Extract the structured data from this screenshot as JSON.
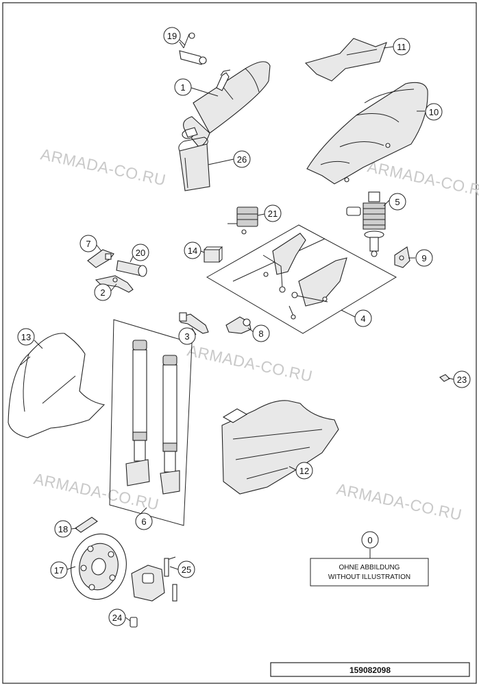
{
  "diagram": {
    "watermark": "ARMADA-CO.RU",
    "part_number": "159082098",
    "callouts": [
      "0",
      "1",
      "2",
      "3",
      "4",
      "5",
      "6",
      "7",
      "8",
      "9",
      "10",
      "11",
      "12",
      "13",
      "14",
      "17",
      "18",
      "19",
      "20",
      "21",
      "23",
      "24",
      "25",
      "26"
    ],
    "no_illustration_note": {
      "line1": "OHNE ABBILDUNG",
      "line2": "WITHOUT ILLUSTRATION"
    }
  }
}
